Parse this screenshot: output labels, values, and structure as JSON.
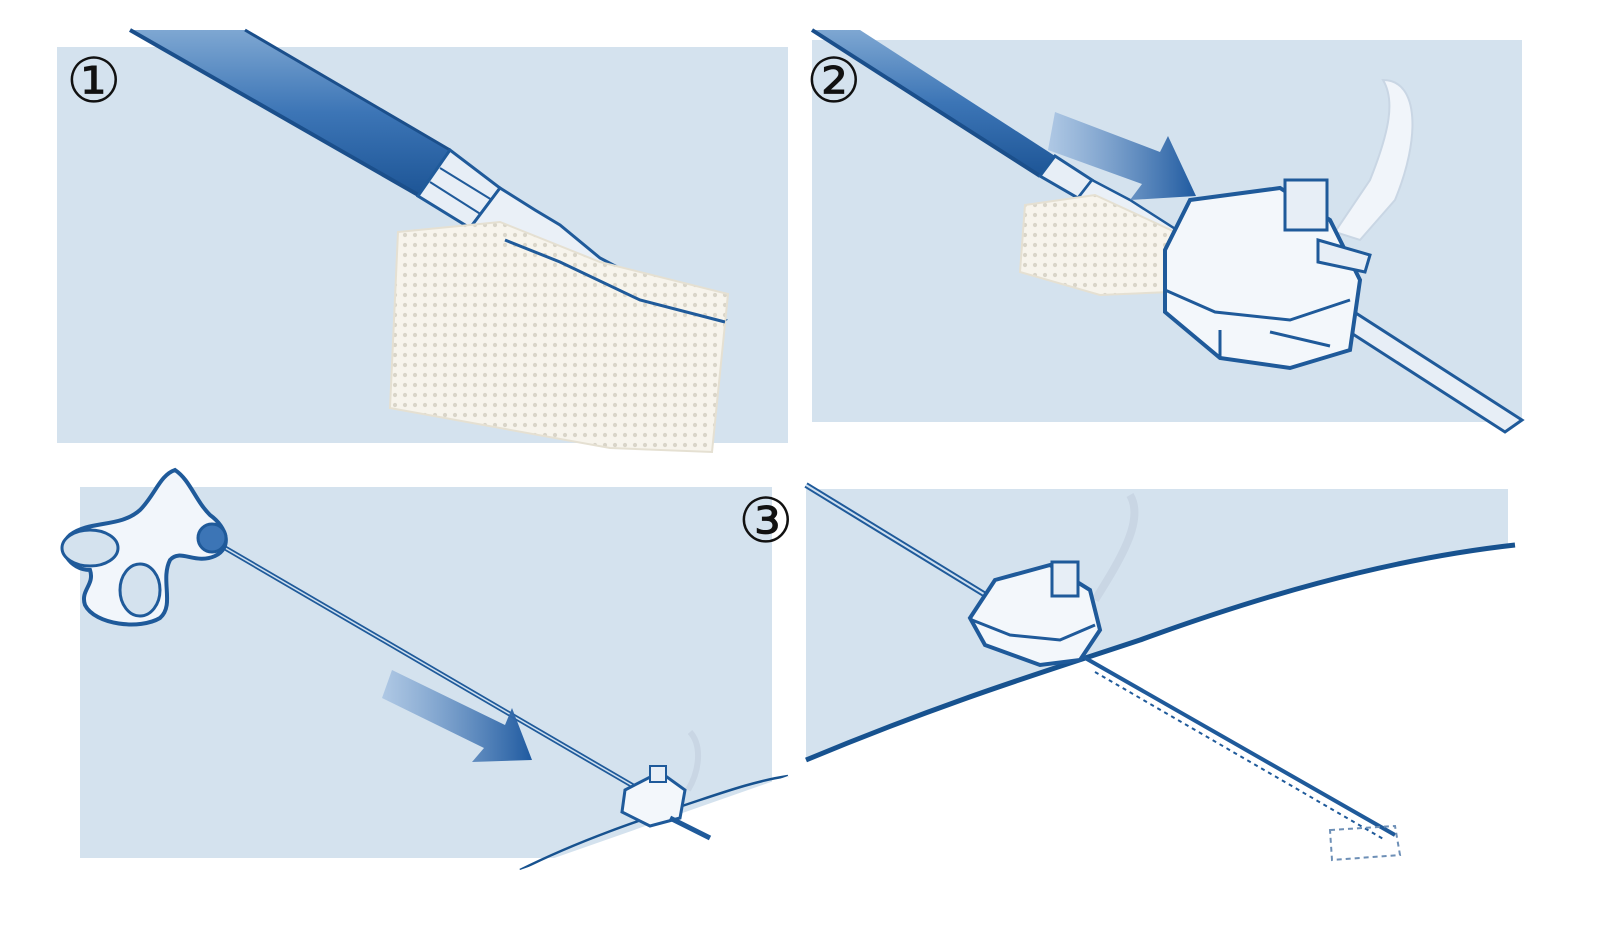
{
  "figure": {
    "panels": [
      {
        "id": "panel-1",
        "step": "①"
      },
      {
        "id": "panel-2",
        "step": "②"
      },
      {
        "id": "panel-3",
        "step": ""
      },
      {
        "id": "panel-4",
        "step": "③"
      }
    ],
    "colors": {
      "panel_background": "#d4e2ee",
      "instrument_blue": "#1f5a9a",
      "instrument_light": "#e6eef6",
      "mesh": "#f6f3ea",
      "arrow": "#2b62a8",
      "skin_line": "#17528f"
    },
    "icons": [
      "grasper-icon",
      "mesh-icon",
      "trocar-icon",
      "direction-arrow-icon",
      "handle-icon"
    ]
  }
}
